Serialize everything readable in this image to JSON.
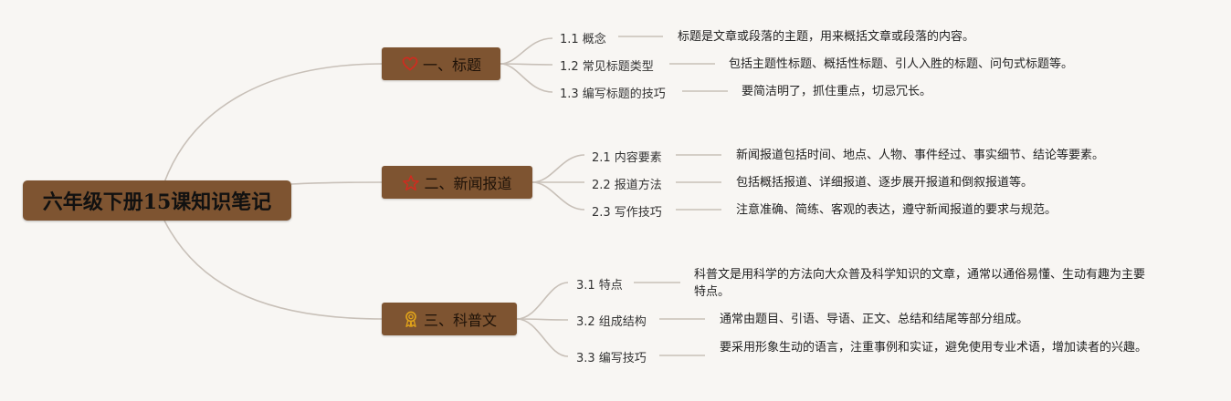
{
  "root": {
    "title": "六年级下册15课知识笔记"
  },
  "colors": {
    "node_fill": "#7e5431",
    "connector": "#c8c0b8",
    "background": "#f8f6f3"
  },
  "branches": [
    {
      "label": "一、标题",
      "icon": "heart-icon",
      "icon_color": "#d12b1f",
      "items": [
        {
          "label": "1.1 概念",
          "desc": "标题是文章或段落的主题，用来概括文章或段落的内容。"
        },
        {
          "label": "1.2 常见标题类型",
          "desc": "包括主题性标题、概括性标题、引人入胜的标题、问句式标题等。"
        },
        {
          "label": "1.3 编写标题的技巧",
          "desc": "要简洁明了，抓住重点，切忌冗长。"
        }
      ]
    },
    {
      "label": "二、新闻报道",
      "icon": "star-icon",
      "icon_color": "#d12b1f",
      "items": [
        {
          "label": "2.1 内容要素",
          "desc": "新闻报道包括时间、地点、人物、事件经过、事实细节、结论等要素。"
        },
        {
          "label": "2.2 报道方法",
          "desc": "包括概括报道、详细报道、逐步展开报道和倒叙报道等。"
        },
        {
          "label": "2.3 写作技巧",
          "desc": "注意准确、简练、客观的表达，遵守新闻报道的要求与规范。"
        }
      ]
    },
    {
      "label": "三、科普文",
      "icon": "award-ribbon-icon",
      "icon_color": "#e0a21a",
      "items": [
        {
          "label": "3.1 特点",
          "desc": "科普文是用科学的方法向大众普及科学知识的文章，通常以通俗易懂、生动有趣为主要特点。"
        },
        {
          "label": "3.2 组成结构",
          "desc": "通常由题目、引语、导语、正文、总结和结尾等部分组成。"
        },
        {
          "label": "3.3 编写技巧",
          "desc": "要采用形象生动的语言，注重事例和实证，避免使用专业术语，增加读者的兴趣。"
        }
      ]
    }
  ]
}
